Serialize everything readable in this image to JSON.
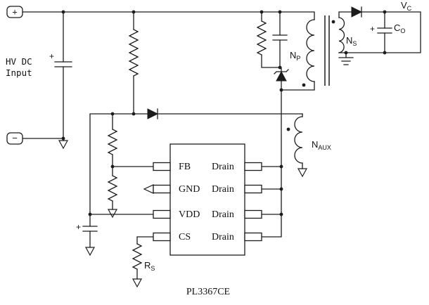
{
  "schematic": {
    "part_number": "PL3367CE",
    "input": {
      "plus_terminal": "+",
      "minus_terminal": "−",
      "label_line1": "HV DC",
      "label_line2": "Input",
      "bulk_cap_polarity": "+"
    },
    "transformer": {
      "primary_label": "N",
      "primary_sub": "P",
      "secondary_label": "N",
      "secondary_sub": "S",
      "aux_label": "N",
      "aux_sub": "AUX"
    },
    "output": {
      "rail_label": "V",
      "rail_sub": "C",
      "cap_label": "C",
      "cap_sub": "O",
      "cap_polarity": "+"
    },
    "vdd_cap_polarity": "+",
    "sense_resistor_label": "R",
    "sense_resistor_sub": "S",
    "ic": {
      "left_pins": [
        "FB",
        "GND",
        "VDD",
        "CS"
      ],
      "right_pins": [
        "Drain",
        "Drain",
        "Drain",
        "Drain"
      ]
    }
  },
  "colors": {
    "wire": "#1c1c1c",
    "background": "#ffffff"
  }
}
